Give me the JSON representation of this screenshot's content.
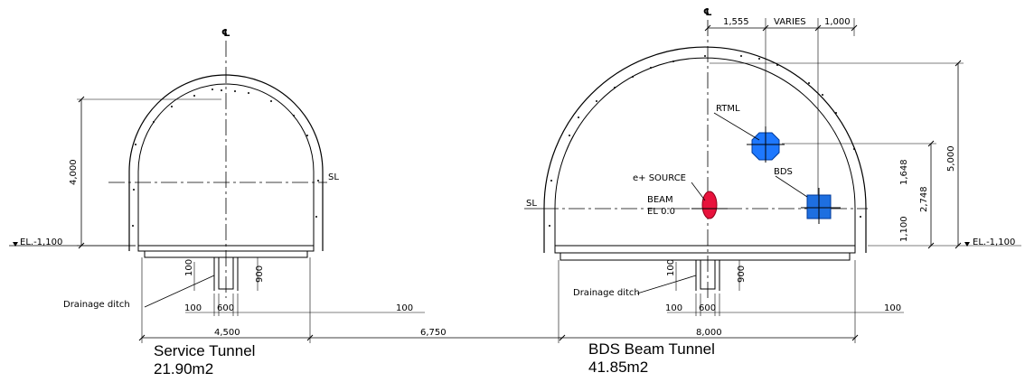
{
  "centerline_symbol": "℄",
  "service_tunnel": {
    "caption_name": "Service Tunnel",
    "caption_area": "21.90m2",
    "dim_height": "4,000",
    "dim_width": "4,500",
    "sl_label": "SL",
    "elevation": "EL.-1,100",
    "drain_dim_100_vertical": "100",
    "drain_dim_900": "900",
    "drain_dim_100_left": "100",
    "drain_dim_600": "600",
    "drain_dim_100_right": "100",
    "drainage_label": "Drainage ditch"
  },
  "spacing": "6,750",
  "bds_tunnel": {
    "caption_name": "BDS Beam Tunnel",
    "caption_area": "41.85m2",
    "dim_width": "8,000",
    "dim_top_1555": "1,555",
    "dim_top_varies": "VARIES",
    "dim_top_1000": "1,000",
    "dim_5000": "5,000",
    "dim_2748": "2,748",
    "dim_1648": "1,648",
    "dim_1100": "1,100",
    "sl_label": "SL",
    "elevation": "EL.-1,100",
    "rtml_label": "RTML",
    "bds_label": "BDS",
    "esource_label": "e+ SOURCE",
    "beam_label": "BEAM",
    "el_label": "EL 0.0",
    "drain_dim_100_vertical": "100",
    "drain_dim_900": "900",
    "drain_dim_100_left": "100",
    "drain_dim_600": "600",
    "drain_dim_100_right": "100",
    "drainage_label": "Drainage ditch"
  },
  "colors": {
    "rtml_pipe": "#1e78ff",
    "bds_pipe": "#1e6fe0",
    "esource_pipe": "#e8123c",
    "line": "#000000"
  }
}
